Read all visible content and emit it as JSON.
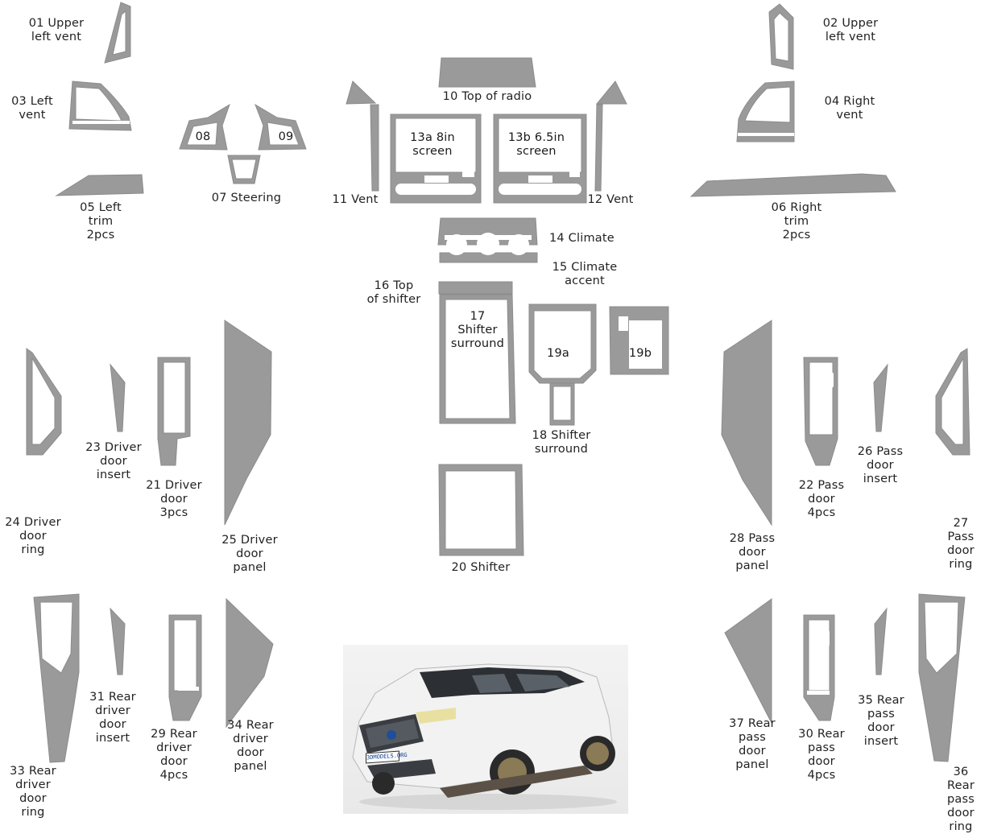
{
  "colors": {
    "part_fill": "#9a9a9a",
    "part_stroke": "#8c8c8c",
    "text": "#222222",
    "background": "#ffffff"
  },
  "labels": {
    "p01": "01 Upper\nleft vent",
    "p02": "02 Upper\nleft vent",
    "p03": "03 Left\nvent",
    "p04": "04 Right\nvent",
    "p05": "05 Left\ntrim\n2pcs",
    "p06": "06 Right\ntrim\n2pcs",
    "p07": "07 Steering",
    "p08": "08",
    "p09": "09",
    "p10": "10 Top of radio",
    "p11": "11 Vent",
    "p12": "12 Vent",
    "p13a": "13a 8in\nscreen",
    "p13b": "13b 6.5in\nscreen",
    "p14": "14 Climate",
    "p15": "15 Climate\naccent",
    "p16": "16 Top\nof shifter",
    "p17": "17\nShifter\nsurround",
    "p18": "18 Shifter\nsurround",
    "p19a": "19a",
    "p19b": "19b",
    "p20": "20 Shifter",
    "p21": "21 Driver\ndoor\n3pcs",
    "p22": "22 Pass\ndoor\n4pcs",
    "p23": "23 Driver\ndoor\ninsert",
    "p24": "24 Driver\ndoor\nring",
    "p25": "25 Driver\ndoor\npanel",
    "p26": "26 Pass\ndoor\ninsert",
    "p27": "27 Pass\ndoor\nring",
    "p28": "28 Pass\ndoor\npanel",
    "p29": "29 Rear\ndriver\ndoor\n4pcs",
    "p30": "30 Rear\npass\ndoor\n4pcs",
    "p31": "31 Rear\ndriver\ndoor\ninsert",
    "p33": "33 Rear\ndriver\ndoor\nring",
    "p34": "34 Rear\ndriver\ndoor\npanel",
    "p35": "35 Rear\npass\ndoor\ninsert",
    "p36": "36 Rear\npass\ndoor\nring",
    "p37": "37 Rear\npass\ndoor\npanel"
  },
  "car_image": {
    "plate_text": "3DMODELS.ORG"
  }
}
